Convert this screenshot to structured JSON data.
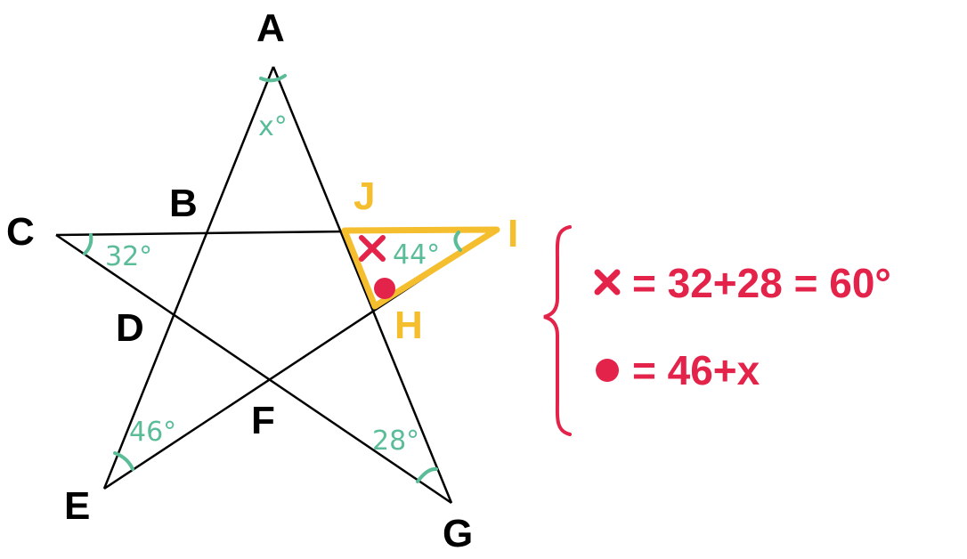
{
  "points": {
    "A": "A",
    "B": "B",
    "C": "C",
    "D": "D",
    "E": "E",
    "F": "F",
    "G": "G",
    "H": "H",
    "I": "I",
    "J": "J"
  },
  "angles": {
    "a": "x°",
    "c": "32°",
    "e": "46°",
    "g": "28°",
    "i": "44°"
  },
  "equations": {
    "cross": "= 32+28 = 60°",
    "dot": "= 46+x"
  },
  "colors": {
    "lines": "#000000",
    "highlight": "#f5be2e",
    "angle": "#5bbd98",
    "accent": "#e3234a"
  }
}
